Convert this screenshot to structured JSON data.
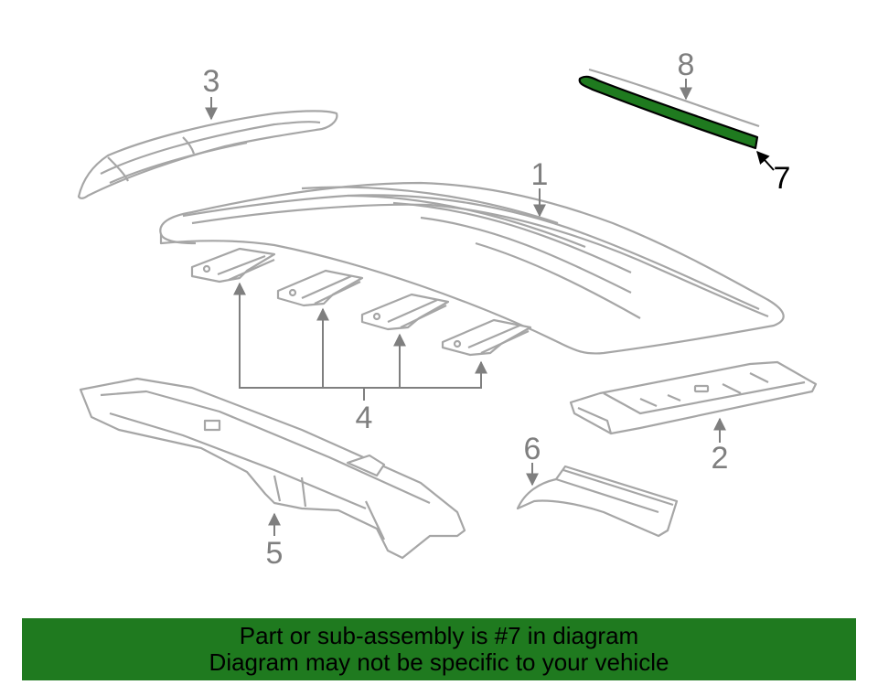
{
  "colors": {
    "part_outline": "#a6a6a6",
    "leader": "#7f7f7f",
    "label": "#7f7f7f",
    "highlight_fill": "#1f7a1f",
    "highlight_outline": "#000000",
    "highlight_label": "#000000",
    "banner": "#1f7a1f"
  },
  "labels": {
    "part_1": "1",
    "part_2": "2",
    "part_3": "3",
    "part_4": "4",
    "part_5": "5",
    "part_6": "6",
    "part_7": "7",
    "part_8": "8"
  },
  "banner": {
    "line1": "Part or sub-assembly is #7 in diagram",
    "line2": "Diagram may not be specific to your vehicle"
  }
}
